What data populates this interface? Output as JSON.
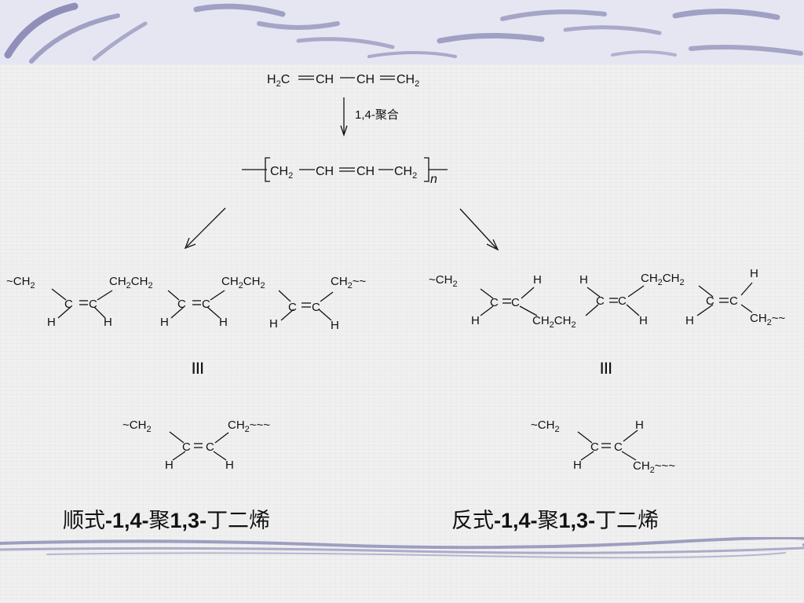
{
  "colors": {
    "header_band": "#e6e6f2",
    "swoosh": "#8f8fb9",
    "ink": "#111111"
  },
  "monomer": "H2C═CH─CH═CH2",
  "reaction_label": "1,4-聚合",
  "polymer": {
    "repeat_unit": "CH2─CH═CH─CH2",
    "subscript_n": "n"
  },
  "structure_labels": {
    "CH2": "CH",
    "sub2": "2",
    "C": "C",
    "H": "H",
    "CH2CH2": "CH2CH2",
    "wavy": "~~"
  },
  "equivalence_symbol": "≡",
  "captions": {
    "cis": {
      "prefix": "顺式",
      "nums": "-1,4-",
      "mid": "聚",
      "nums2": "1,3-",
      "suffix": "丁二烯"
    },
    "trans": {
      "prefix": "反式",
      "nums": "-1,4-",
      "mid": "聚",
      "nums2": "1,3-",
      "suffix": "丁二烯"
    }
  }
}
